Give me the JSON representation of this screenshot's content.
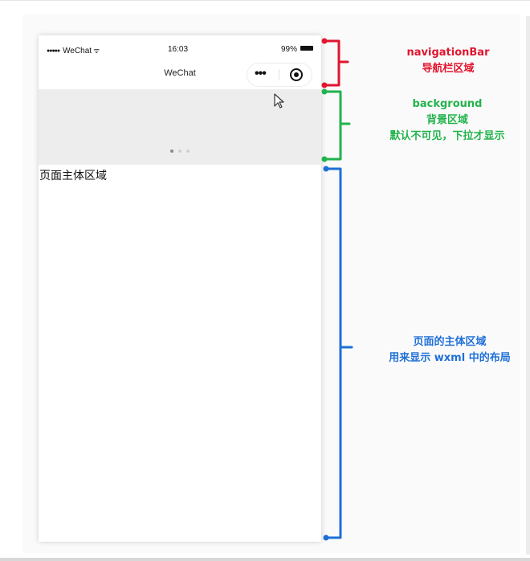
{
  "status_bar": {
    "signal": "●●●●●",
    "carrier": "WeChat",
    "wifi": "ᯤ",
    "time": "16:03",
    "battery": "99%"
  },
  "nav_bar": {
    "title": "WeChat",
    "more_glyph": "•••"
  },
  "main": {
    "text": "页面主体区域"
  },
  "annotations": {
    "nav": {
      "title": "navigationBar",
      "subtitle": "导航栏区域",
      "color": "#e0152e"
    },
    "background": {
      "title": "background",
      "line2": "背景区域",
      "line3": "默认不可见，下拉才显示",
      "color": "#22b24c"
    },
    "main": {
      "line1": "页面的主体区域",
      "line2": "用来显示 wxml 中的布局",
      "color": "#1f6fd6"
    }
  },
  "colors": {
    "background_region": "#ededed",
    "loading_dot_active": "#8a8a8a",
    "loading_dot_inactive": "#cfcfcf"
  },
  "icons": [
    "cursor-icon",
    "close-mini-program-icon",
    "more-icon",
    "battery-icon",
    "wifi-icon"
  ]
}
